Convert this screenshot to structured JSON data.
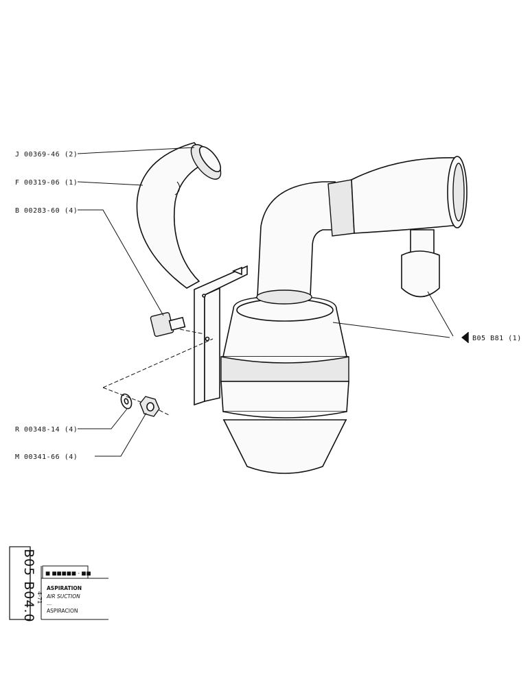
{
  "callouts": {
    "j": "J 00369-46 (2)",
    "f": "F 00319-06 (1)",
    "b": "B 00283-60 (4)",
    "r": "R 00348-14 (4)",
    "m": "M 00341-66 (4)",
    "ref": "B05  B81 (1)"
  },
  "title_block": {
    "code": "B05  B04.0",
    "date": "4-71",
    "stamp": "■ ■■■■■ - ■■",
    "lines": [
      "ASPIRATION",
      "AIR SUCTION",
      "...",
      "ASPIRACION"
    ]
  }
}
